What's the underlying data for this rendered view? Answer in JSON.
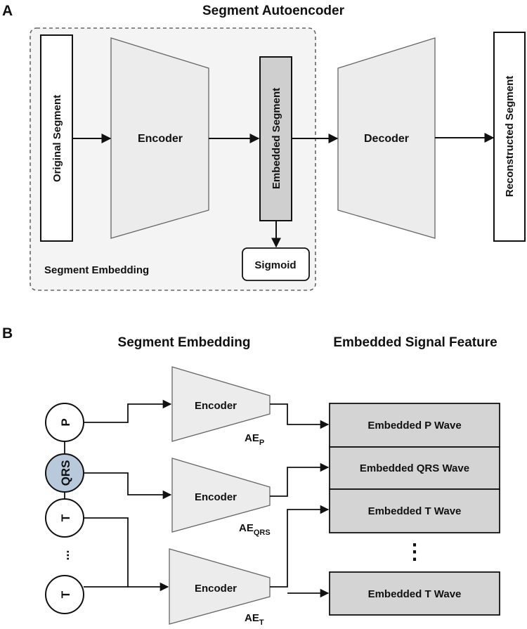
{
  "panel_a": {
    "letter": "A",
    "title": "Segment Autoencoder",
    "original_segment": "Original Segment",
    "encoder": "Encoder",
    "embedded_segment": "Embedded Segment",
    "decoder": "Decoder",
    "reconstructed_segment": "Reconstructed Segment",
    "sigmoid": "Sigmoid",
    "group_label": "Segment Embedding"
  },
  "panel_b": {
    "letter": "B",
    "heading_left": "Segment Embedding",
    "heading_right": "Embedded Signal Feature",
    "waves": {
      "p": "P",
      "qrs": "QRS",
      "t1": "T",
      "ellipsis": "...",
      "t2": "T"
    },
    "encoders": [
      {
        "label": "Encoder",
        "ae_main": "AE",
        "ae_sub": "P"
      },
      {
        "label": "Encoder",
        "ae_main": "AE",
        "ae_sub": "QRS"
      },
      {
        "label": "Encoder",
        "ae_main": "AE",
        "ae_sub": "T"
      }
    ],
    "features": [
      "Embedded P Wave",
      "Embedded QRS Wave",
      "Embedded T Wave",
      "Embedded T Wave"
    ],
    "vertical_ellipsis": "⋮"
  },
  "colors": {
    "shape_fill": "#ececec",
    "embedded_fill": "#cfcfcf",
    "feature_fill": "#d4d4d4",
    "qrs_fill": "#b9c9dc",
    "group_bg": "#f4f4f4",
    "stroke": "#222222"
  }
}
